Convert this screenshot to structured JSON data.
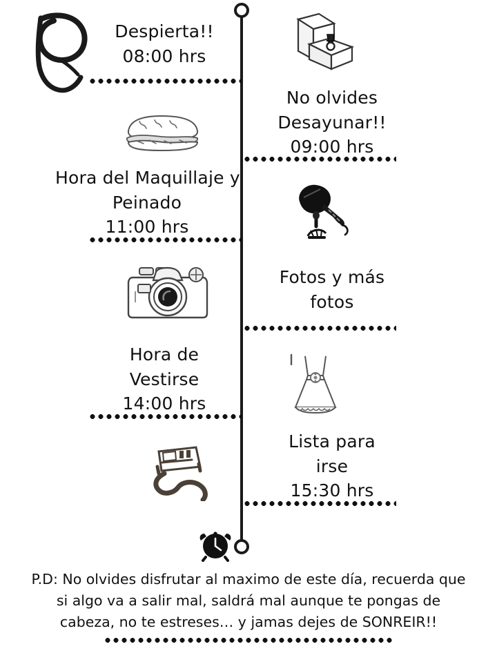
{
  "document": {
    "kind": "wedding-day-timeline",
    "monogram_letter": "C",
    "language": "es"
  },
  "timeline": {
    "axis_color": "#1a1a1a",
    "start_marker": "open-circle",
    "end_marker": "open-circle",
    "end_icon": "alarm-clock-icon"
  },
  "entries": [
    {
      "side": "left",
      "icon": "script-monogram-c",
      "lines": [
        "Despierta!!",
        "08:00 hrs"
      ],
      "title": "Despierta!!",
      "time": "08:00 hrs"
    },
    {
      "side": "right",
      "icon": "gift-box-icon",
      "lines": [
        "No olvides",
        "Desayunar!!",
        "09:00 hrs"
      ],
      "title": "No olvides Desayunar!!",
      "time": "09:00 hrs"
    },
    {
      "side": "left",
      "icon": "sandwich-icon",
      "lines": [
        "Hora del Maquillaje y",
        "Peinado",
        "11:00 hrs"
      ],
      "title": "Hora del Maquillaje y Peinado",
      "time": "11:00 hrs"
    },
    {
      "side": "right",
      "icon": "hair-dryer-icon",
      "lines": [
        "Fotos y más",
        "fotos"
      ],
      "title": "Fotos y más fotos",
      "time": ""
    },
    {
      "side": "left",
      "icon": "camera-icon",
      "lines": [
        "Hora de",
        "Vestirse",
        "14:00 hrs"
      ],
      "title": "Hora de Vestirse",
      "time": "14:00 hrs"
    },
    {
      "side": "right",
      "icon": "dress-icon",
      "lines": [
        "Lista para",
        "irse",
        "15:30 hrs"
      ],
      "title": "Lista para irse",
      "time": "15:30 hrs"
    },
    {
      "side": "left",
      "icon": "car-road-icon",
      "lines": [],
      "title": "",
      "time": ""
    }
  ],
  "footer": {
    "lines": [
      "P.D: No olvides disfrutar al maximo de este día, recuerda que",
      "si algo va a salir mal, saldrá mal aunque te pongas de",
      "cabeza, no te estreses… y jamas dejes de SONREIR!!"
    ]
  },
  "colors": {
    "ink": "#111111",
    "paper": "#ffffff",
    "axis": "#1a1a1a"
  }
}
